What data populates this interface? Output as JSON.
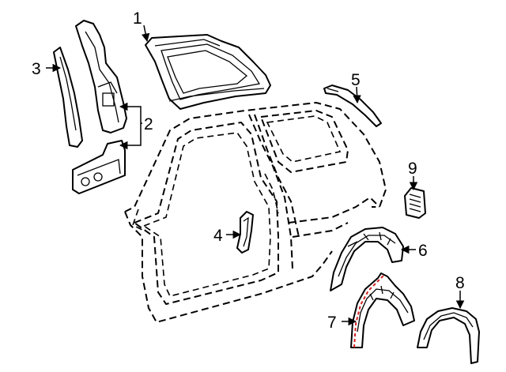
{
  "callouts": [
    {
      "number": "1"
    },
    {
      "number": "2"
    },
    {
      "number": "3"
    },
    {
      "number": "4"
    },
    {
      "number": "5"
    },
    {
      "number": "6"
    },
    {
      "number": "7"
    },
    {
      "number": "8"
    },
    {
      "number": "9"
    }
  ],
  "colors": {
    "line": "#000000",
    "highlight": "#d42020",
    "background": "#ffffff"
  }
}
